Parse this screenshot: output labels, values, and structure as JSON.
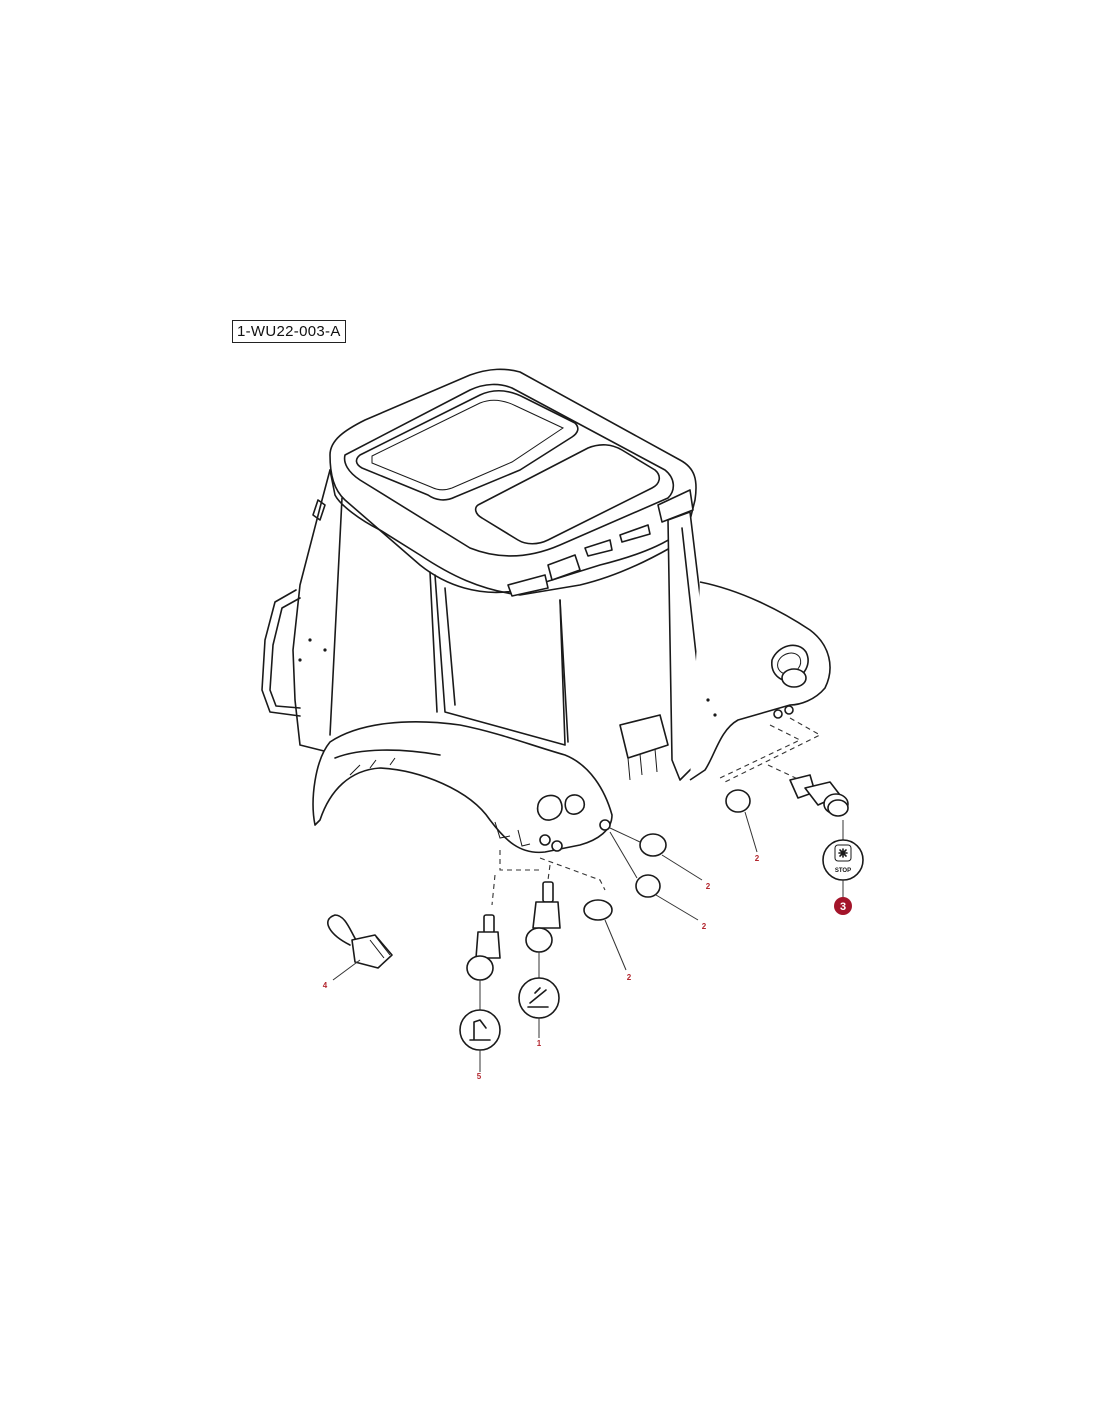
{
  "figure": {
    "code": "1-WU22-003-A"
  },
  "callouts": [
    {
      "id": "c2a",
      "label": "2"
    },
    {
      "id": "c2b",
      "label": "2"
    },
    {
      "id": "c2c",
      "label": "2"
    },
    {
      "id": "c2d",
      "label": "2"
    },
    {
      "id": "c3",
      "label": "3",
      "highlighted": true
    },
    {
      "id": "c4",
      "label": "4"
    },
    {
      "id": "c1",
      "label": "1"
    },
    {
      "id": "c5",
      "label": "5"
    }
  ],
  "symbols": {
    "stop_label": "STOP"
  },
  "colors": {
    "callout_text": "#b3262e",
    "callout_highlight": "#a3142a",
    "line": "#1a1a1a"
  }
}
